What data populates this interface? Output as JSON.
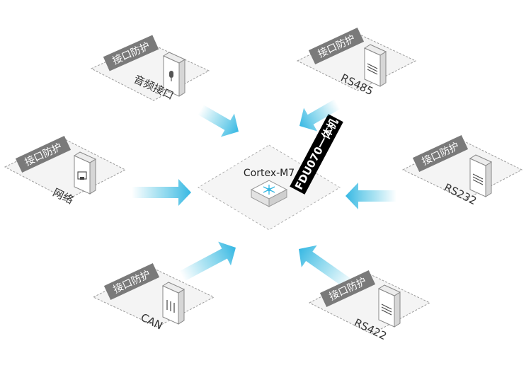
{
  "modules": [
    {
      "tag": "接口防护",
      "name": "音频接口",
      "icon": "microphone-icon"
    },
    {
      "tag": "接口防护",
      "name": "RS485",
      "icon": "serial-port-icon"
    },
    {
      "tag": "接口防护",
      "name": "网络",
      "icon": "ethernet-port-icon"
    },
    {
      "tag": "接口防护",
      "name": "RS232",
      "icon": "serial-port-icon"
    },
    {
      "tag": "接口防护",
      "name": "CAN",
      "icon": "can-connector-icon"
    },
    {
      "tag": "接口防护",
      "name": "RS422",
      "icon": "serial-port-icon"
    }
  ],
  "center": {
    "title": "FDU070一体机",
    "chip": "Cortex-M7",
    "icon": "processor-chip-icon"
  },
  "colors": {
    "tag_bg": "#7a7a7a",
    "title_bg": "#000000",
    "arrow": "#5cc8e6",
    "chip_icon": "#35b7e3",
    "card_fill": "#f4f4f4",
    "card_stroke": "#9a9a9a"
  }
}
